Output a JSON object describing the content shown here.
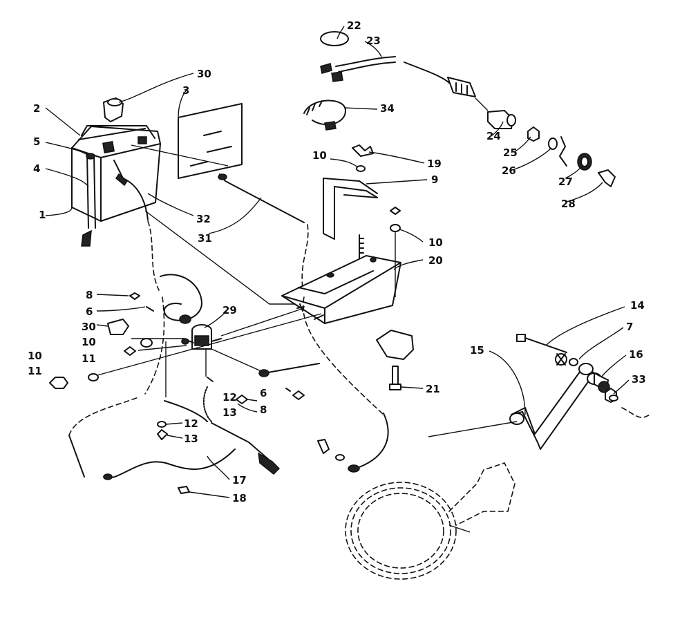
{
  "diagram": {
    "callouts": {
      "c1": "1",
      "c2": "2",
      "c3": "3",
      "c4": "4",
      "c5": "5",
      "c6a": "6",
      "c6b": "6",
      "c7": "7",
      "c8a": "8",
      "c8b": "8",
      "c9": "9",
      "c10a": "10",
      "c10b": "10",
      "c10c": "10",
      "c10d": "10",
      "c11a": "11",
      "c11b": "11",
      "c12a": "12",
      "c12b": "12",
      "c13a": "13",
      "c13b": "13",
      "c14": "14",
      "c15": "15",
      "c16": "16",
      "c17": "17",
      "c18": "18",
      "c19": "19",
      "c20": "20",
      "c21": "21",
      "c22": "22",
      "c23": "23",
      "c24": "24",
      "c25": "25",
      "c26": "26",
      "c27": "27",
      "c28": "28",
      "c29": "29",
      "c30a": "30",
      "c30b": "30",
      "c31": "31",
      "c32": "32",
      "c33": "33",
      "c34": "34"
    }
  }
}
